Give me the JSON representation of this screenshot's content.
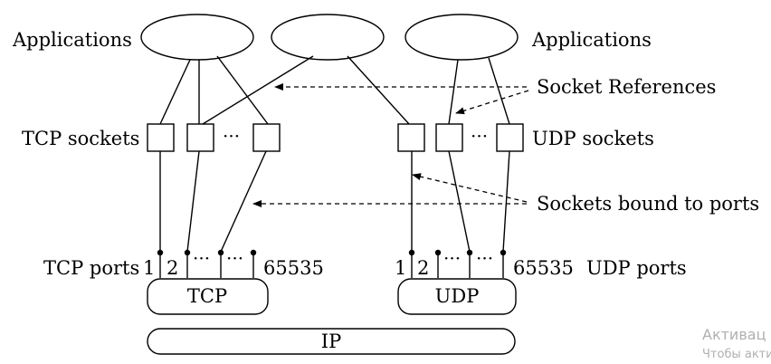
{
  "labels": {
    "applications_left": "Applications",
    "applications_right": "Applications",
    "socket_references": "Socket References",
    "tcp_sockets": "TCP sockets",
    "udp_sockets": "UDP sockets",
    "sockets_bound": "Sockets bound to ports",
    "tcp_ports": "TCP ports",
    "udp_ports": "UDP ports",
    "tcp_port_first": "1",
    "tcp_port_second": "2",
    "tcp_port_last": "65535",
    "udp_port_first": "1",
    "udp_port_second": "2",
    "udp_port_last": "65535",
    "ellipsis": "···",
    "tcp_box": "TCP",
    "udp_box": "UDP",
    "ip_box": "IP"
  },
  "watermark": {
    "line1": "Активац",
    "line2": "Чтобы акти"
  }
}
